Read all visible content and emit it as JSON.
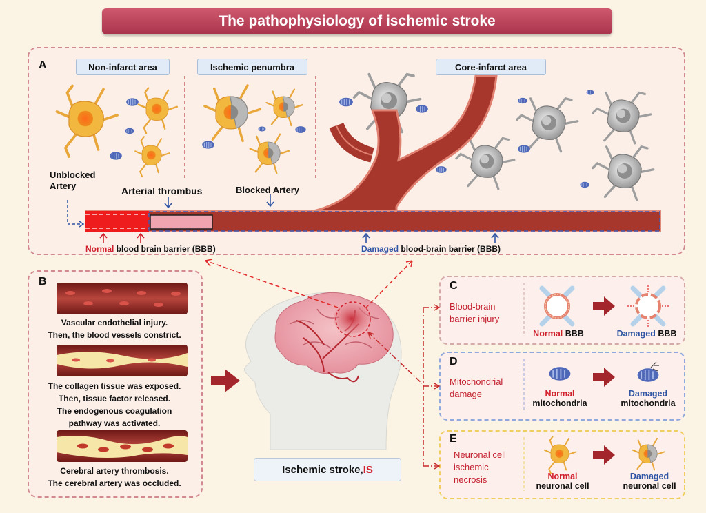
{
  "title": "The pathophysiology of ischemic stroke",
  "panel_a": {
    "label": "A",
    "regions": [
      "Non-infarct area",
      "Ischemic penumbra",
      "Core-infarct area"
    ],
    "unblocked_artery_line1": "Unblocked",
    "unblocked_artery_line2": "Artery",
    "arterial_thrombus": "Arterial thrombus",
    "blocked_artery": "Blocked Artery",
    "normal_word": "Normal",
    "normal_bbb_rest": " blood brain barrier (BBB)",
    "damaged_word": "Damaged",
    "damaged_bbb_rest": " blood-brain barrier (BBB)"
  },
  "panel_b": {
    "label": "B",
    "caption1": [
      "Vascular endothelial injury.",
      "Then, the blood vessels constrict."
    ],
    "caption2": [
      "The collagen tissue was exposed.",
      "Then, tissue factor released.",
      "The endogenous coagulation",
      "pathway was activated."
    ],
    "caption3": [
      "Cerebral artery thrombosis.",
      "The cerebral artery was occluded."
    ]
  },
  "center": {
    "is_label": "Ischemic stroke, ",
    "is_abbr": "IS"
  },
  "panel_c": {
    "label": "C",
    "title_lines": [
      "Blood-brain",
      "barrier injury"
    ],
    "normal_word": "Normal",
    "normal_rest": " BBB",
    "damaged_word": "Damaged",
    "damaged_rest": " BBB"
  },
  "panel_d": {
    "label": "D",
    "title_lines": [
      "Mitochondrial",
      "damage"
    ],
    "normal_word": "Normal",
    "normal_rest": "mitochondria",
    "damaged_word": "Damaged",
    "damaged_rest": "mitochondria"
  },
  "panel_e": {
    "label": "E",
    "title_lines": [
      "Neuronal cell",
      "ischemic",
      "necrosis"
    ],
    "normal_word": "Normal",
    "normal_rest": "neuronal cell",
    "damaged_word": "Damaged",
    "damaged_rest": "neuronal cell"
  },
  "colors": {
    "accent_red": "#d0202c",
    "accent_blue": "#2f55a4",
    "artery": "#a7362d",
    "panel_c_border": "#d4a9a6",
    "panel_d_border": "#8fa9dc",
    "panel_e_border": "#f0cf62"
  }
}
